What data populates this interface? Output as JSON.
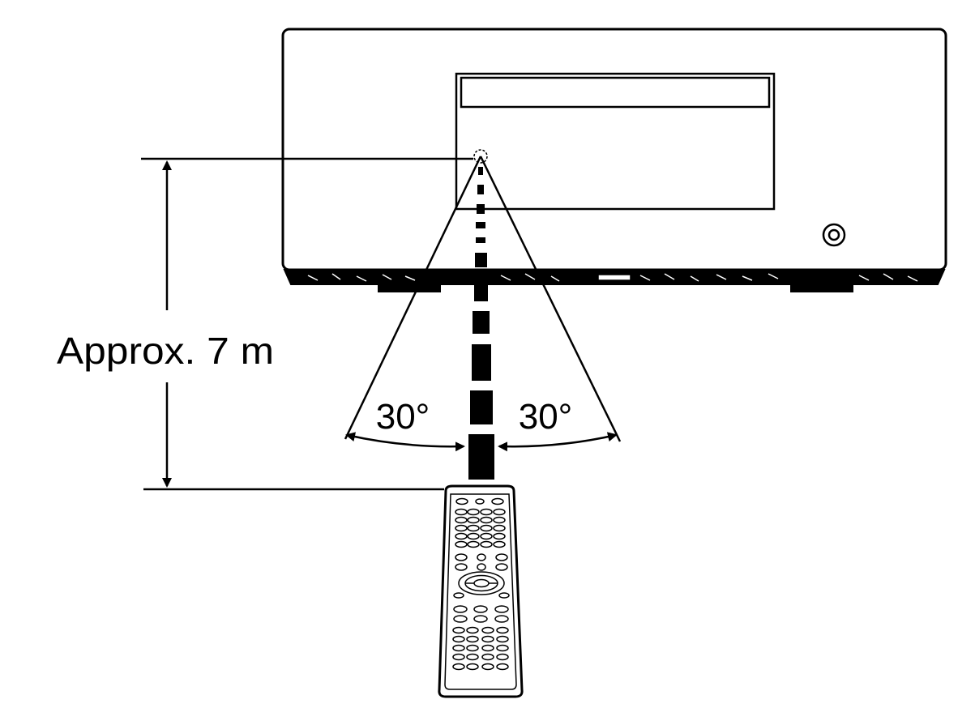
{
  "diagram": {
    "distance_label": "Approx. 7 m",
    "angle_left_label": "30°",
    "angle_right_label": "30°"
  },
  "colors": {
    "ink": "#000000",
    "paper": "#ffffff"
  }
}
